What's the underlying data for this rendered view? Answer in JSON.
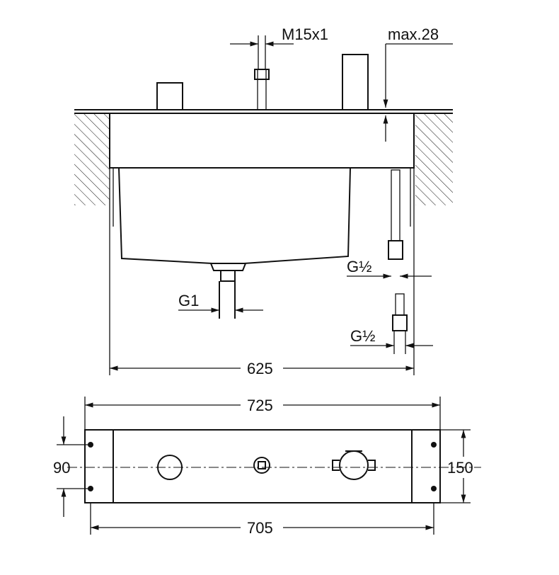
{
  "top_view": {
    "thread_label": "M15x1",
    "max_thickness_label": "max.28",
    "drain_label": "G1",
    "hose_upper_label": "G½",
    "hose_lower_label": "G½",
    "width_label": "625"
  },
  "bottom_view": {
    "outer_width_label": "725",
    "inner_width_label": "705",
    "screw_spacing_label": "90",
    "depth_label": "150"
  }
}
